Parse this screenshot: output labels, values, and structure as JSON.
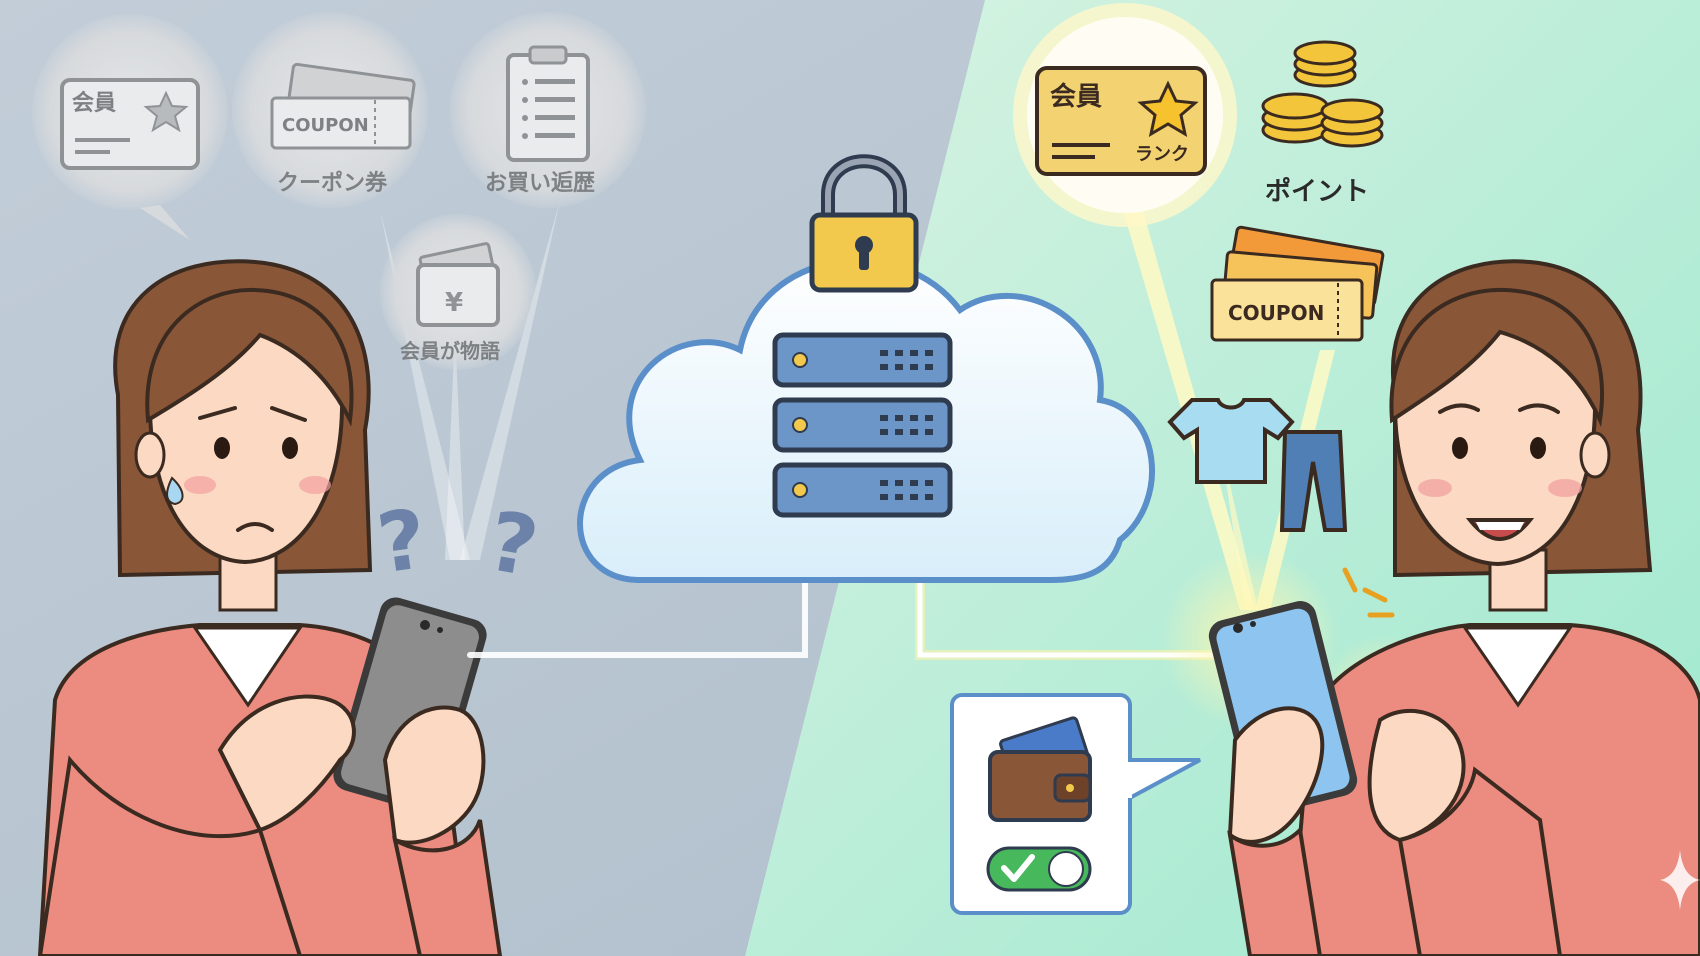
{
  "left": {
    "bubbles": {
      "member_card_label": "会員",
      "coupon_ticket_text": "COUPON",
      "coupon_caption": "クーポン券",
      "history_caption": "お買い逅歴",
      "wallet_yen_symbol": "¥",
      "wallet_caption": "会員が物語"
    },
    "question_marks": [
      "?",
      "?"
    ],
    "expression": "confused",
    "phone_color": "#8d8d8d"
  },
  "right": {
    "member_card_label": "会員",
    "rank_label": "ランク",
    "points_caption": "ポイント",
    "coupon_ticket_text": "COUPON",
    "expression": "smiling",
    "phone_color": "#8ec5f0",
    "toggle_state": "on"
  },
  "center": {
    "icons": [
      "cloud-icon",
      "padlock-icon",
      "server-icon"
    ]
  },
  "colors": {
    "left_bg": "#b4c3cf",
    "right_bg": "#bff0dc",
    "cloud_outline": "#5b8fc9",
    "server_blue": "#6d96c8",
    "lock_gold": "#f2c94c",
    "card_gold": "#f3d272",
    "sweater": "#ec8c80",
    "hair": "#8a5638",
    "toggle_green": "#47b85c"
  }
}
